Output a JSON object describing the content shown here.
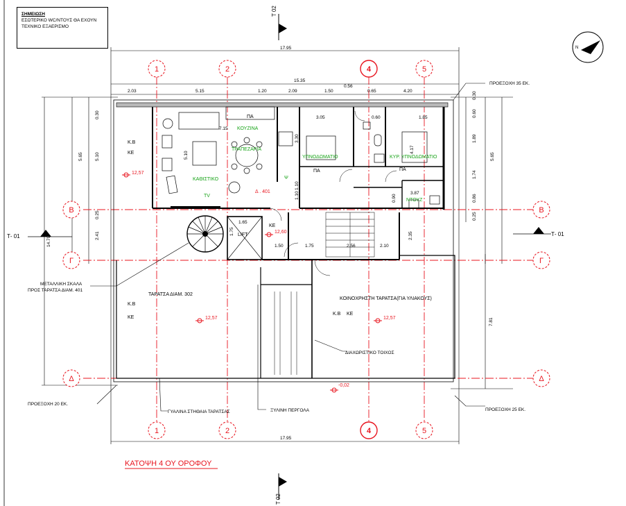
{
  "notes": {
    "title": "ΣΗΜΕΙΩΣΗ",
    "line1": "ΕΣΩΤΕΡΙΚΟ WC/NTOYΣ ΘΑ ΕΧΟΥΝ",
    "line2": "ΤΕΧΝΙΚΟ ΕΞΑΕΡΙΣΜΟ"
  },
  "plan_title": "ΚΑΤΟΨΗ 4 ΟΥ ΟΡΟΦΟΥ",
  "section_labels": {
    "t02_top": "Τ 02",
    "t02_bottom": "Τ 02",
    "t01_left": "Τ- 01",
    "t01_right": "Τ- 01"
  },
  "north": "N",
  "grid_axes": {
    "columns": [
      "1",
      "2",
      "4",
      "5"
    ],
    "rows": [
      "Β",
      "Γ",
      "Δ"
    ]
  },
  "dimensions": {
    "total_top": "17.95",
    "total_bottom": "17.95",
    "inner_top": "15.35",
    "segments_top": [
      "2.03",
      "5.15",
      "1.20",
      "2.09",
      "1.50",
      "0.56",
      "0.65",
      "4.20"
    ],
    "left_vertical": [
      "5.65",
      "5.10",
      "0.30",
      "0.25",
      "2.41",
      "14.79"
    ],
    "right_vertical": [
      "5.65",
      "0.60",
      "1.89",
      "1.74",
      "0.86",
      "0.25",
      "0.30",
      "7.81"
    ],
    "interior": [
      "7.15",
      "3.05",
      "1.85",
      "2.56",
      "1.50",
      "1.75",
      "2.10",
      "1.10",
      "1.65",
      "1.75",
      "2.35",
      "0.90",
      "1.10",
      "3.30",
      "4.17",
      "0.60",
      "5.10",
      "3.87"
    ]
  },
  "rooms": {
    "kitchen": "ΚΟΥΖΙΝΑ",
    "dining": "ΤΡΑΠΕΖΑΡΙΑ",
    "living": "ΚΑΘΙΣΤΙΚΟ",
    "tv": "TV",
    "apartment": "Δ . 401",
    "bedroom": "ΥΠΝΟΔΩΜΑΤΙΟ",
    "master_bedroom": "ΚΥΡ. ΥΠΝΟΔΩΜΑΤΙΟ",
    "shower": "ΝΤΟΥΖ",
    "lift": "LIFT",
    "pa1": "ΠΑ",
    "pa2": "ΠΑ",
    "pa3": "ΠΑ",
    "psi": "Ψ",
    "kv1": "Κ.Β",
    "ke1": "ΚΕ",
    "kv2": "Κ.Β",
    "ke2": "ΚΕ",
    "kv3": "Κ.Β",
    "ke3": "ΚΕ",
    "ke_center": "ΚΕ",
    "terrace_302": "ΤΑΡΑΤΣΑ ΔΙΑΜ. 302",
    "terrace_common": "ΚΟΙΝΟΧΡΗΣΤΗ ΤΑΡΑΤΣΑ(ΓΙΑ ΥΛΙΑΚΟΥΣ)"
  },
  "levels": {
    "l1": "12,57",
    "l2": "12,57",
    "l3": "12,57",
    "l4": "12,60",
    "l5": "-0,02"
  },
  "annotations": {
    "spiral_stair": "ΜΕΤΑΛΛΙΚΗ ΣΚΑΛΑ",
    "spiral_stair_2": "ΠΡΟΣ ΤΑΡΑΤΣΑ ΔΙΑΜ. 401",
    "projection_35": "ΠΡΟΕΞΟΧΗ 35 ΕΚ.",
    "projection_20": "ΠΡΟΕΞΟΧΗ 20 ΕΚ.",
    "projection_25": "ΠΡΟΕΞΟΧΗ 25 ΕΚ.",
    "glass_railing": "ΓΥΑΛΙΝΑ ΣΤΗΘΑΙΑ ΤΑΡΑΤΣΑΣ",
    "wood_pergola": "ΞΥΛΙΝΗ ΠΕΡΓΟΛΑ",
    "partition_wall": "ΔΙΑΧΩΡΙΣΤΙΚΟ ΤΟΙΧΟΣ"
  },
  "colors": {
    "axis": "#e8141e",
    "room_label": "#17a317",
    "line": "#000000",
    "wall_fill": "#b8b8b8"
  }
}
